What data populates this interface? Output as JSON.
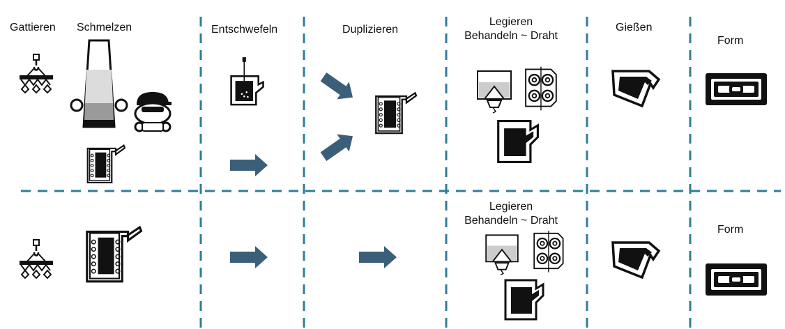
{
  "accent_color": "#2e7d9a",
  "arrow_color": "#3b5f78",
  "icon_color": "#111111",
  "labels": {
    "gattieren": "Gattieren",
    "schmelzen": "Schmelzen",
    "entschwefeln": "Entschwefeln",
    "duplizieren": "Duplizieren",
    "legieren_top_1": "Legieren",
    "legieren_top_2": "Behandeln ~ Draht",
    "giessen": "Gießen",
    "form_top": "Form",
    "legieren_bottom_1": "Legieren",
    "legieren_bottom_2": "Behandeln ~ Draht",
    "form_bottom": "Form"
  },
  "icons": [
    "crane-hook-icon",
    "cupola-furnace-icon",
    "induction-furnace-icon",
    "desulfurization-ladle-icon",
    "alloy-hopper-icon",
    "wire-feeder-icon",
    "treatment-ladle-icon",
    "pouring-ladle-icon",
    "mold-icon",
    "arrow-right-icon"
  ]
}
